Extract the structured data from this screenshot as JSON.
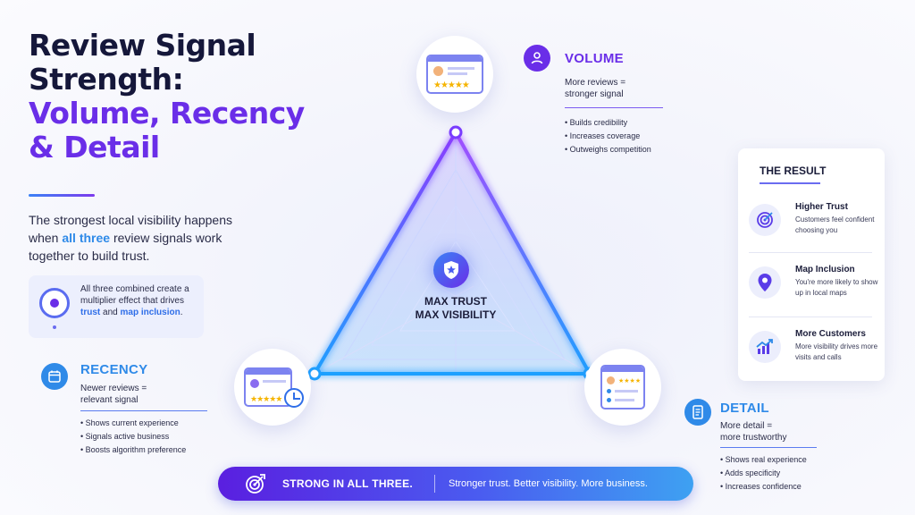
{
  "title": {
    "line1": "Review Signal",
    "line2": "Strength:",
    "line3": "Volume, Recency",
    "line4": "& Detail"
  },
  "intro": {
    "before": "The strongest local visibility happens when ",
    "highlight": "all three",
    "after": " review signals work together to build trust."
  },
  "combined": {
    "before": "All three combined create a multiplier effect that drives ",
    "trust": "trust",
    "middle": " and ",
    "map": "map inclusion",
    "after": "."
  },
  "volume": {
    "heading": "VOLUME",
    "sub": [
      "More reviews =",
      "stronger signal"
    ],
    "bullets": [
      "Builds credibility",
      "Increases coverage",
      "Outweighs competition"
    ],
    "color": "#6a2ee8"
  },
  "recency": {
    "heading": "RECENCY",
    "sub": [
      "Newer reviews =",
      "relevant signal"
    ],
    "bullets": [
      "Shows current experience",
      "Signals active business",
      "Boosts algorithm preference"
    ],
    "color": "#2f8ae8"
  },
  "detail": {
    "heading": "DETAIL",
    "sub": [
      "More detail =",
      "more trustworthy"
    ],
    "bullets": [
      "Shows real experience",
      "Adds specificity",
      "Increases confidence"
    ],
    "color": "#2f8ae8"
  },
  "center": {
    "line1": "MAX TRUST",
    "line2": "MAX VISIBILITY",
    "icon": "shield-star-icon"
  },
  "result": {
    "title": "THE RESULT",
    "items": [
      {
        "title": "Higher Trust",
        "desc": "Customers feel confident choosing you",
        "icon": "target-icon"
      },
      {
        "title": "Map Inclusion",
        "desc": "You're more likely to show up in local maps",
        "icon": "map-pin-icon"
      },
      {
        "title": "More Customers",
        "desc": "More visibility drives more visits and calls",
        "icon": "growth-chart-icon"
      }
    ]
  },
  "bar": {
    "strong": "STRONG IN ALL THREE.",
    "message": "Stronger trust. Better visibility. More business."
  },
  "colors": {
    "purple": "#6a2ee8",
    "blue": "#2f8ae8",
    "navy": "#15173a"
  }
}
